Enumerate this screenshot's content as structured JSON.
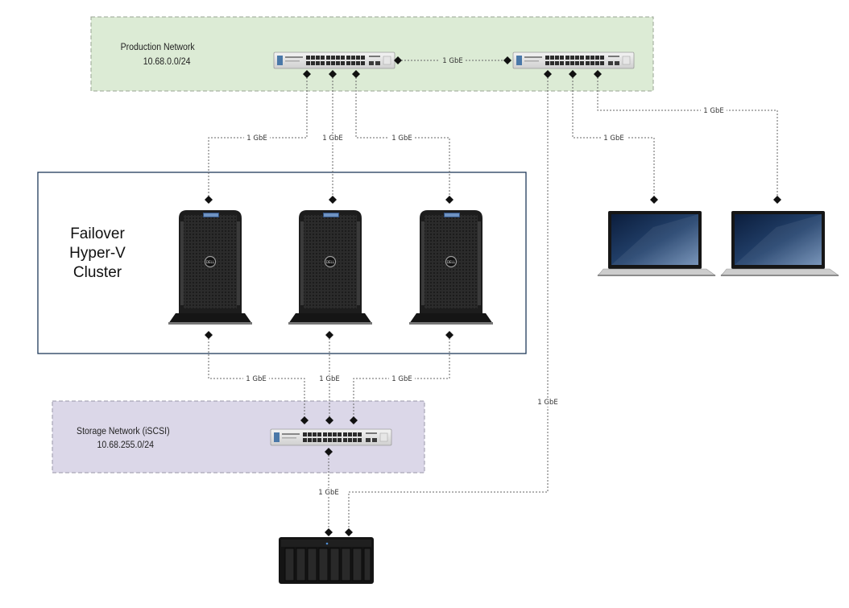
{
  "zones": {
    "production": {
      "title": "Production Network",
      "subnet": "10.68.0.0/24",
      "fill": "#dcebd5",
      "stroke": "#9aa594"
    },
    "storage": {
      "title": "Storage Network (iSCSI)",
      "subnet": "10.68.255.0/24",
      "fill": "#dbd7e8",
      "stroke": "#9a97a8"
    }
  },
  "cluster": {
    "lines": [
      "Failover",
      "Hyper-V",
      "Cluster"
    ],
    "stroke": "#1f3a5a"
  },
  "links": {
    "switch_uplink": "1 GbE",
    "prod_to_host1": "1 GbE",
    "prod_to_host2": "1 GbE",
    "prod_to_host3": "1 GbE",
    "prod_to_laptop1": "1 GbE",
    "prod_to_laptop2": "1 GbE",
    "prod_to_nas": "1 GbE",
    "host1_to_storage": "1 GbE",
    "host2_to_storage": "1 GbE",
    "host3_to_storage": "1 GbE",
    "storage_to_nas": "1 GbE"
  },
  "devices": {
    "switches": [
      "network-switch-icon",
      "network-switch-icon",
      "network-switch-icon"
    ],
    "servers": [
      "tower-server-icon",
      "tower-server-icon",
      "tower-server-icon"
    ],
    "laptops": [
      "laptop-icon",
      "laptop-icon"
    ],
    "nas": "nas-storage-icon"
  }
}
